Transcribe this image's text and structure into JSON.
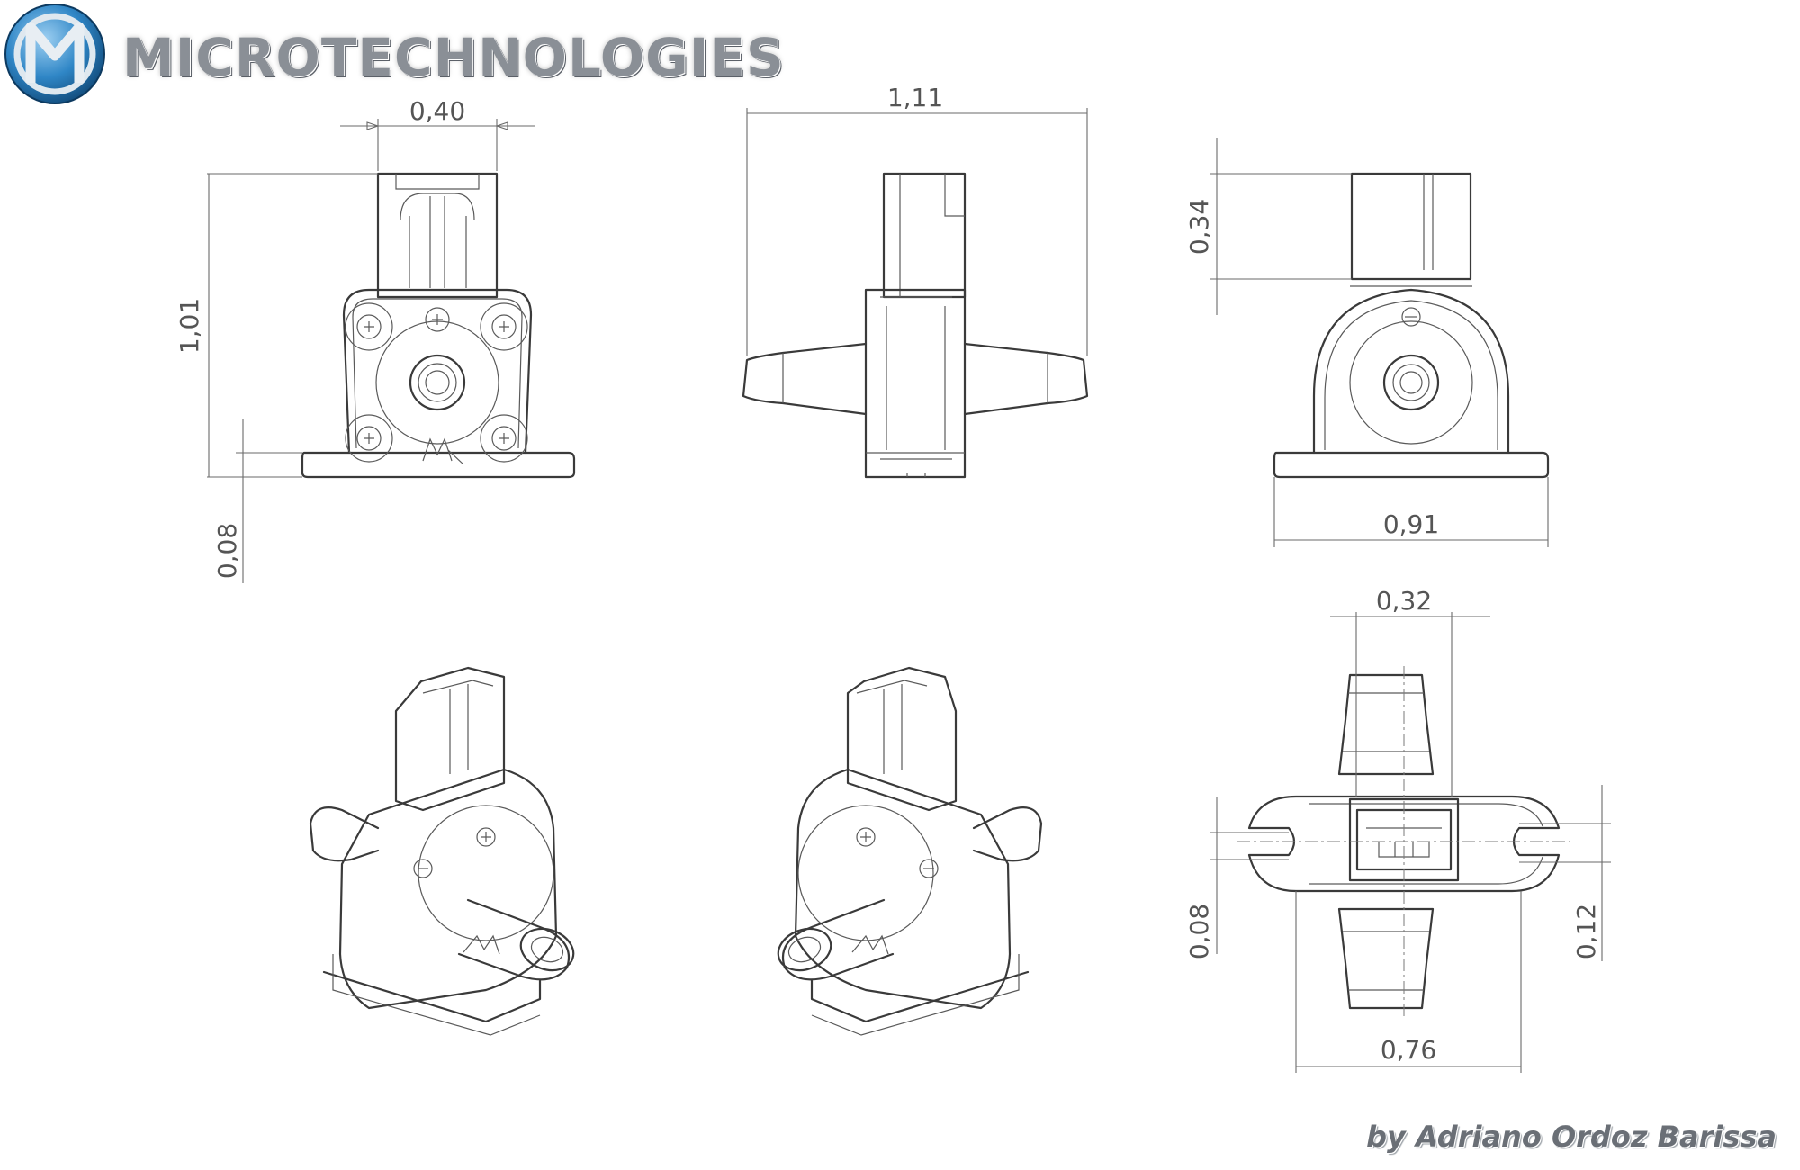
{
  "brand": {
    "name": "MICROTECHNOLOGIES",
    "logo_letter": "M"
  },
  "credit": "by Adriano Ordoz Barissa",
  "dimensions": {
    "front_width": "0,40",
    "front_height": "1,01",
    "front_base": "0,08",
    "side_width": "1,11",
    "rear_connector": "0,34",
    "rear_width": "0,91",
    "bottom_connector": "0,32",
    "bottom_left": "0,08",
    "bottom_right": "0,12",
    "bottom_width": "0,76"
  },
  "colors": {
    "logo_ring": "#2f86c6",
    "logo_letter": "#c9d2da",
    "line": "#3a3a3a"
  }
}
